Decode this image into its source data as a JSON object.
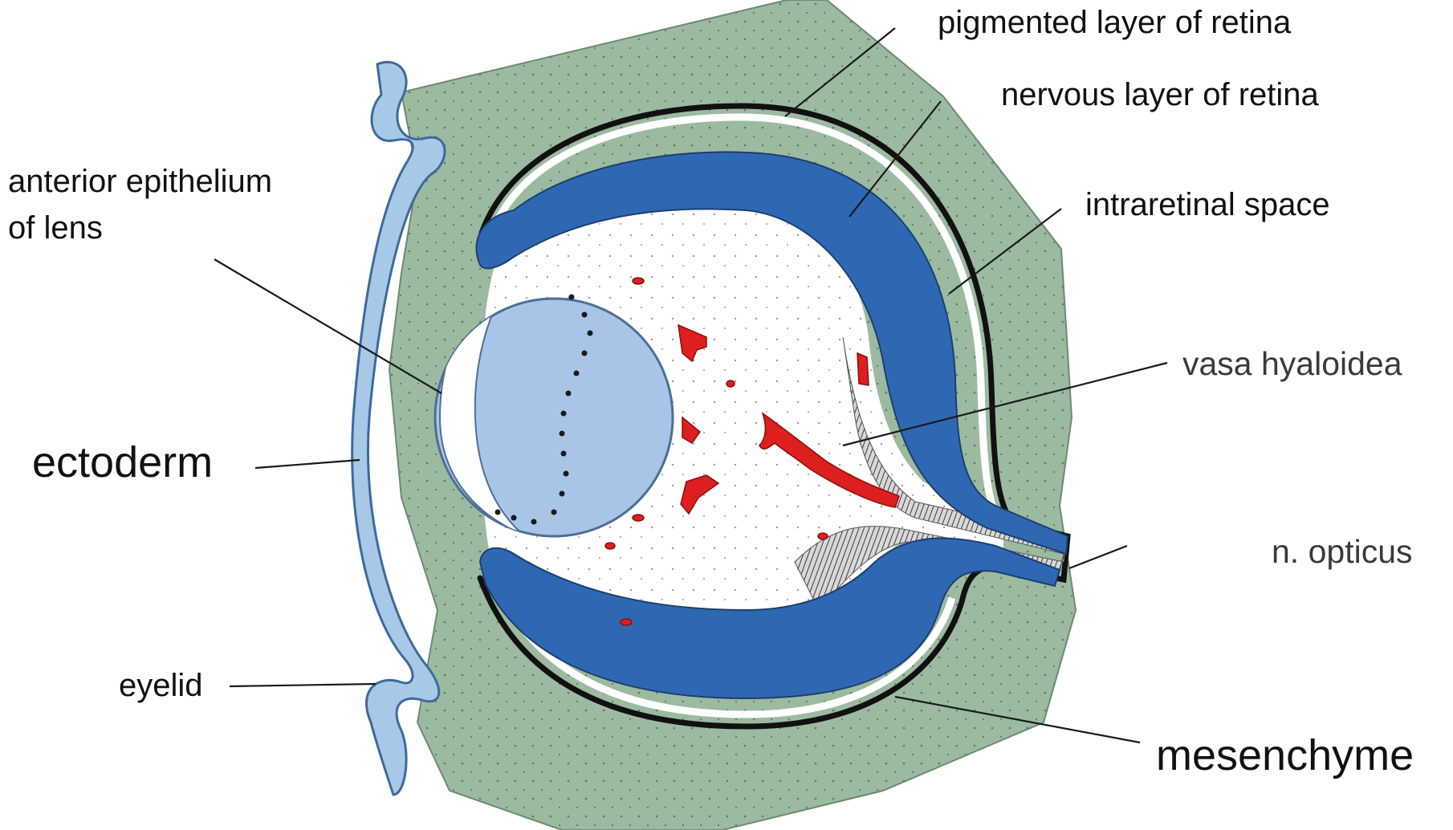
{
  "colors": {
    "mesenchyme": "#9cbaa0",
    "retina_nervous": "#2f68b2",
    "lens": "#a8c4e6",
    "ectoderm": "#a8c8e8",
    "vessels": "#dd1f1f",
    "outline": "#111111"
  },
  "labels": {
    "pigmented_layer": "pigmented layer of retina",
    "nervous_layer": "nervous layer of retina",
    "intraretinal_space": "intraretinal space",
    "vasa_hyaloidea": "vasa hyaloidea",
    "n_opticus": "n. opticus",
    "anterior_epithelium_line1": "anterior epithelium",
    "anterior_epithelium_line2": "of lens",
    "ectoderm": "ectoderm",
    "eyelid": "eyelid",
    "mesenchyme": "mesenchyme"
  }
}
